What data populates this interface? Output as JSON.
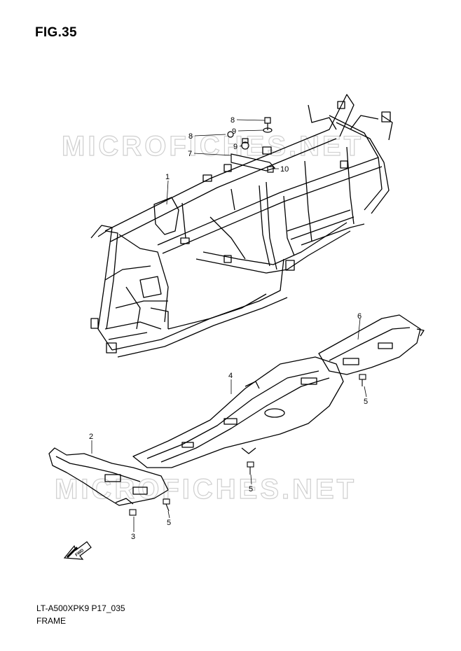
{
  "figure": {
    "title": "FIG.35"
  },
  "footer": {
    "model_code": "LT-A500XPK9 P17_035",
    "section": "FRAME"
  },
  "watermark": {
    "text": "MICROFICHES.NET"
  },
  "fwd_arrow": {
    "label": "FWD"
  },
  "callouts": {
    "c1": "1",
    "c2": "2",
    "c3": "3",
    "c4": "4",
    "c5a": "5",
    "c5b": "5",
    "c5c": "5",
    "c6": "6",
    "c7": "7",
    "c8a": "8",
    "c8b": "8",
    "c9a": "9",
    "c9b": "9",
    "c10": "10"
  }
}
